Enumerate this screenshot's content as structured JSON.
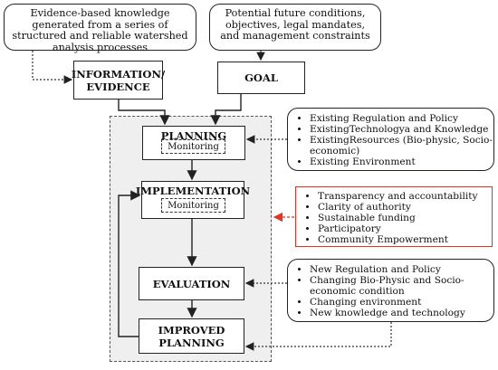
{
  "sources": {
    "evidence_text": "Evidence-based knowledge generated from a series of structured and reliable watershed analysis processes",
    "goal_text": "Potential future conditions, objectives, legal mandates, and management constraints"
  },
  "nodes": {
    "information": "INFORMATION/ EVIDENCE",
    "goal": "GOAL",
    "planning": "PLANNING",
    "planning_monitor": "Monitoring",
    "implementation": "IMPLEMENTATION",
    "implementation_monitor": "Monitoring",
    "evaluation": "EVALUATION",
    "improved_planning": "IMPROVED PLANNING"
  },
  "lists": {
    "planning_inputs": [
      "Existing Regulation and Policy",
      "ExistingTechnologya and Knowledge",
      "ExistingResources (Bio-physic, Socio-economic)",
      "Existing Environment"
    ],
    "implementation_principles": [
      "Transparency and accountability",
      "Clarity of authority",
      "Sustainable funding",
      "Participatory",
      "Community Empowerment"
    ],
    "evaluation_inputs": [
      "New Regulation and Policy",
      "Changing Bio-Physic and Socio-economic condition",
      "Changing environment",
      "New knowledge and technology"
    ]
  },
  "colors": {
    "highlight": "#e53323",
    "line": "#222222",
    "region_fill": "#efefef"
  }
}
